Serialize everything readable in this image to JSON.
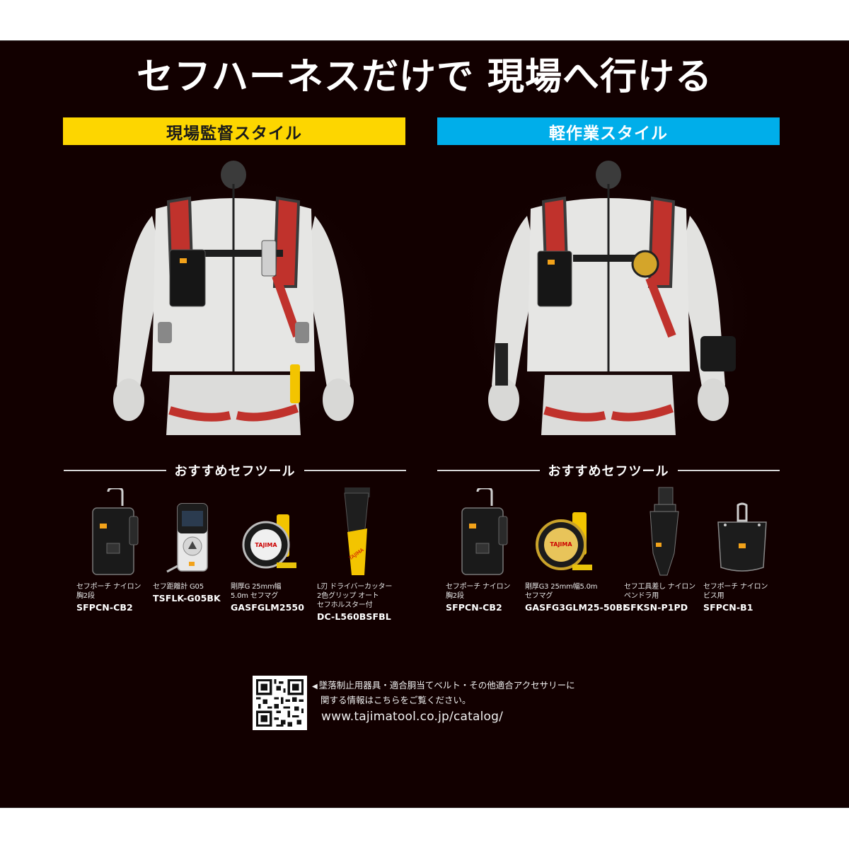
{
  "title": "セフハーネスだけで 現場へ行ける",
  "colors": {
    "background_panel": "#120000",
    "page_background": "#ffffff",
    "left_style_bar": "#fdd600",
    "right_style_bar": "#00aeea",
    "harness_red": "#c0322c",
    "suit_white": "#e6e6e4"
  },
  "styles": [
    {
      "label": "現場監督スタイル",
      "section_heading": "おすすめセフツール",
      "tools": [
        {
          "icon": "pouch-icon",
          "description": "セフポーチ ナイロン\n胸2段",
          "code": "SFPCN-CB2"
        },
        {
          "icon": "laser-distance-meter-icon",
          "description": "セフ距離計 G05",
          "code": "TSFLK-G05BK"
        },
        {
          "icon": "tape-measure-icon",
          "description": "剛厚G 25mm幅\n5.0m セフマグ",
          "code": "GASFGLM2550"
        },
        {
          "icon": "cutter-holster-icon",
          "description": "L刃 ドライバーカッター\n2色グリップ オート\nセフホルスター付",
          "code": "DC-L560BSFBL"
        }
      ]
    },
    {
      "label": "軽作業スタイル",
      "section_heading": "おすすめセフツール",
      "tools": [
        {
          "icon": "pouch-icon",
          "description": "セフポーチ ナイロン\n胸2段",
          "code": "SFPCN-CB2"
        },
        {
          "icon": "tape-measure-gold-icon",
          "description": "剛厚G3 25mm幅5.0m\nセフマグ",
          "code": "GASFG3GLM25-50BL"
        },
        {
          "icon": "tool-holder-icon",
          "description": "セフ工具差し ナイロン\nペンドラ用",
          "code": "SFKSN-P1PD"
        },
        {
          "icon": "screw-bucket-icon",
          "description": "セフポーチ ナイロン\nビス用",
          "code": "SFPCN-B1"
        }
      ]
    }
  ],
  "footer": {
    "arrow": "◀",
    "line1": "墜落制止用器具・適合胴当てベルト・その他適合アクセサリーに",
    "line2": "関する情報はこちらをご覧ください。",
    "url": "www.tajimatool.co.jp/catalog/",
    "qr_icon": "qr-code-icon"
  }
}
